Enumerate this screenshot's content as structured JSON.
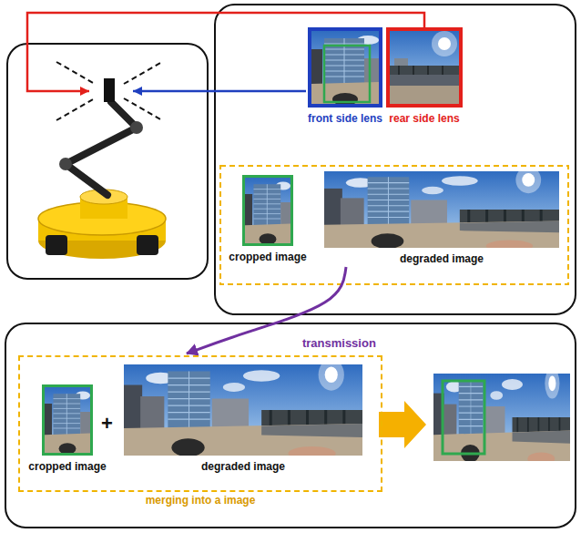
{
  "diagram": {
    "nodes": [
      {
        "text": [
          "front side lens"
        ]
      },
      {
        "text": [
          "rear side lens"
        ]
      },
      {
        "text": [
          "cropped image"
        ]
      },
      {
        "text": [
          "degraded image"
        ]
      },
      {
        "text": [
          "merging into a image"
        ]
      },
      {
        "text": [
          "cropped image"
        ],
        "in": 4
      },
      {
        "text": [
          "degraded image"
        ],
        "in": 4
      }
    ],
    "edges": [
      {
        "from": 3,
        "to": 4,
        "label": "transmission",
        "arrow": "to"
      }
    ],
    "labels": [
      "+"
    ]
  }
}
